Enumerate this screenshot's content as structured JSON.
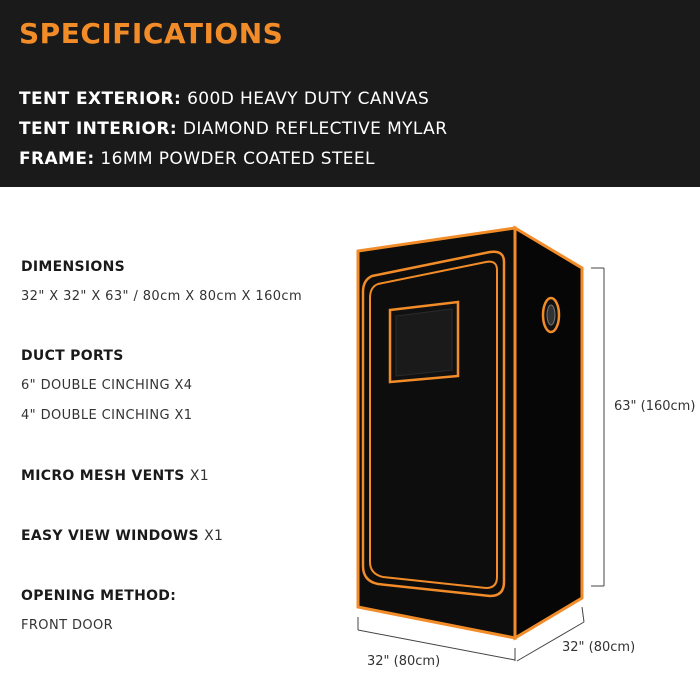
{
  "header": {
    "title": "SPECIFICATIONS",
    "specs": [
      {
        "label": "TENT EXTERIOR:",
        "value": "600D HEAVY DUTY CANVAS"
      },
      {
        "label": "TENT INTERIOR:",
        "value": "DIAMOND REFLECTIVE MYLAR"
      },
      {
        "label": "FRAME:",
        "value": "16MM POWDER COATED STEEL"
      }
    ]
  },
  "features": {
    "dimensions": {
      "label": "DIMENSIONS",
      "value": "32\" X 32\" X 63\" / 80cm X 80cm X 160cm"
    },
    "duct_ports": {
      "label": "DUCT PORTS",
      "values": [
        "6\" DOUBLE CINCHING X4",
        "4\" DOUBLE CINCHING X1"
      ]
    },
    "micro_mesh": {
      "label": "MICRO MESH VENTS",
      "suffix": "X1"
    },
    "easy_view": {
      "label": "EASY VIEW WINDOWS",
      "suffix": "X1"
    },
    "opening": {
      "label": "OPENING METHOD:",
      "value": "FRONT DOOR"
    }
  },
  "diagram": {
    "height_label": "63\" (160cm)",
    "width_label": "32\" (80cm)",
    "depth_label": "32\" (80cm)"
  },
  "colors": {
    "accent": "#f28c28",
    "header_bg": "#1a1a1a",
    "tent_body": "#0d0d0d"
  }
}
